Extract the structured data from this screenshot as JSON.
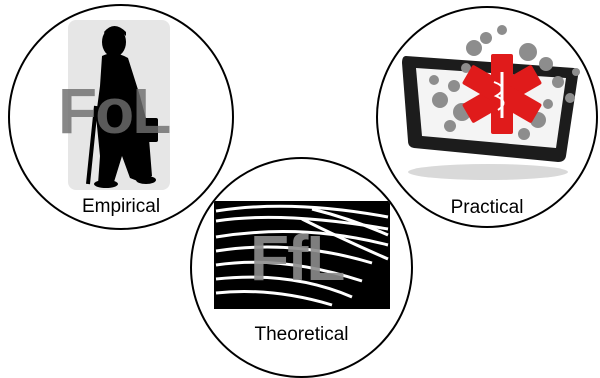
{
  "circles": {
    "empirical": {
      "label": "Empirical",
      "overlay": "FoL"
    },
    "practical": {
      "label": "Practical"
    },
    "theoretical": {
      "label": "Theoretical",
      "overlay": "FfL"
    }
  },
  "icons": {
    "empirical": "silhouette-person-with-cane-icon",
    "practical": "tablet-medical-star-icon",
    "theoretical": "open-book-pages-icon"
  },
  "colors": {
    "stroke": "#000000",
    "overlay_gray": "#6e6e6e",
    "medical_red": "#e01b1b",
    "tablet_dark": "#1c1c1c"
  }
}
